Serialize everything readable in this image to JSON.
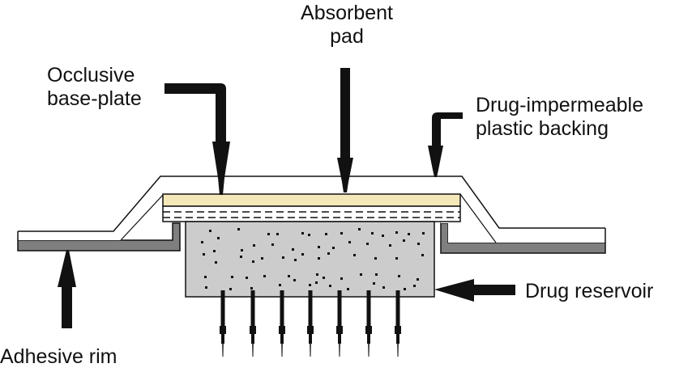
{
  "figure": {
    "title": "Transdermal microneedle patch structure"
  },
  "labels": {
    "absorbent_pad": [
      "Absorbent",
      "pad"
    ],
    "occlusive_base_plate": [
      "Occlusive",
      "base-plate"
    ],
    "plastic_backing": [
      "Drug-impermeable",
      "plastic backing"
    ],
    "drug_reservoir": "Drug reservoir",
    "adhesive_rim": "Adhesive rim"
  },
  "colors": {
    "absorbent_pad_fill": "#f5e8b8",
    "reservoir_fill": "#cccccc",
    "rim_fill": "#7f7f7f",
    "backing_fill": "#ffffff",
    "ink": "#111111"
  },
  "microneedles": {
    "count": 7
  }
}
